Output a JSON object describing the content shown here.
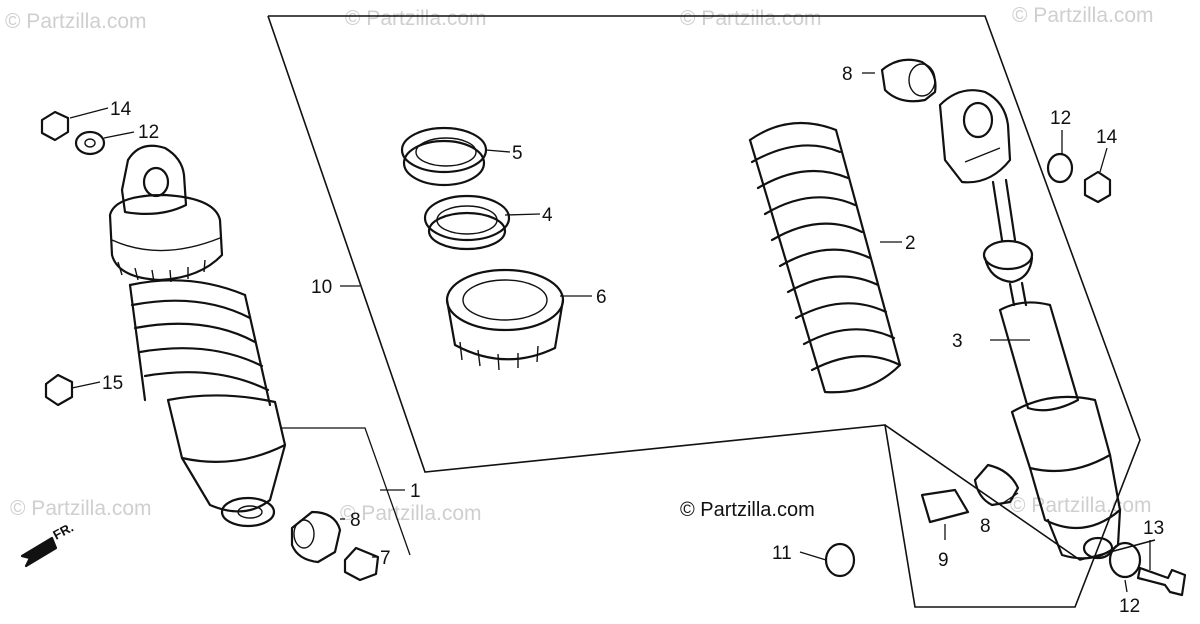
{
  "watermark": "© Partzilla.com",
  "copyright": "© Partzilla.com",
  "direction_label": "FR.",
  "callouts": {
    "c1": "1",
    "c2": "2",
    "c3": "3",
    "c4": "4",
    "c5": "5",
    "c6": "6",
    "c7": "7",
    "c8a": "8",
    "c8b": "8",
    "c8c": "8",
    "c9": "9",
    "c10": "10",
    "c11": "11",
    "c12a": "12",
    "c12b": "12",
    "c12c": "12",
    "c13": "13",
    "c14a": "14",
    "c14b": "14",
    "c15": "15"
  }
}
